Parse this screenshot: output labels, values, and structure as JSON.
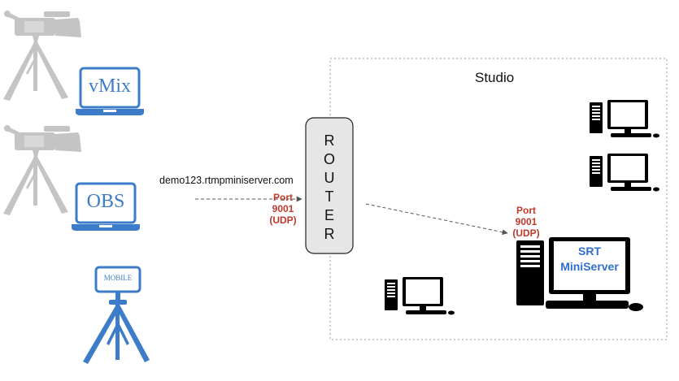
{
  "studio": {
    "title": "Studio"
  },
  "router": {
    "letters": [
      "R",
      "O",
      "U",
      "T",
      "E",
      "R"
    ]
  },
  "connection": {
    "domain": "demo123.rtmpminiserver.com"
  },
  "ports": {
    "inbound": {
      "line1": "Port",
      "line2": "9001",
      "line3": "(UDP)"
    },
    "server": {
      "line1": "Port",
      "line2": "9001",
      "line3": "(UDP)"
    }
  },
  "sources": [
    {
      "label": "vMix"
    },
    {
      "label": "OBS"
    },
    {
      "label": "MOBILE"
    }
  ],
  "server": {
    "line1": "SRT",
    "line2": "MiniServer"
  },
  "colors": {
    "camera_gray": "#c4c4c4",
    "laptop_blue": "#3d7cc9",
    "port_red": "#c0392b",
    "srt_blue": "#2f6fd0",
    "router_fill": "#e6e6e6"
  },
  "icons": [
    "video-camera-icon",
    "tripod-icon",
    "laptop-icon",
    "phone-icon",
    "desktop-computer-icon",
    "router-box"
  ]
}
